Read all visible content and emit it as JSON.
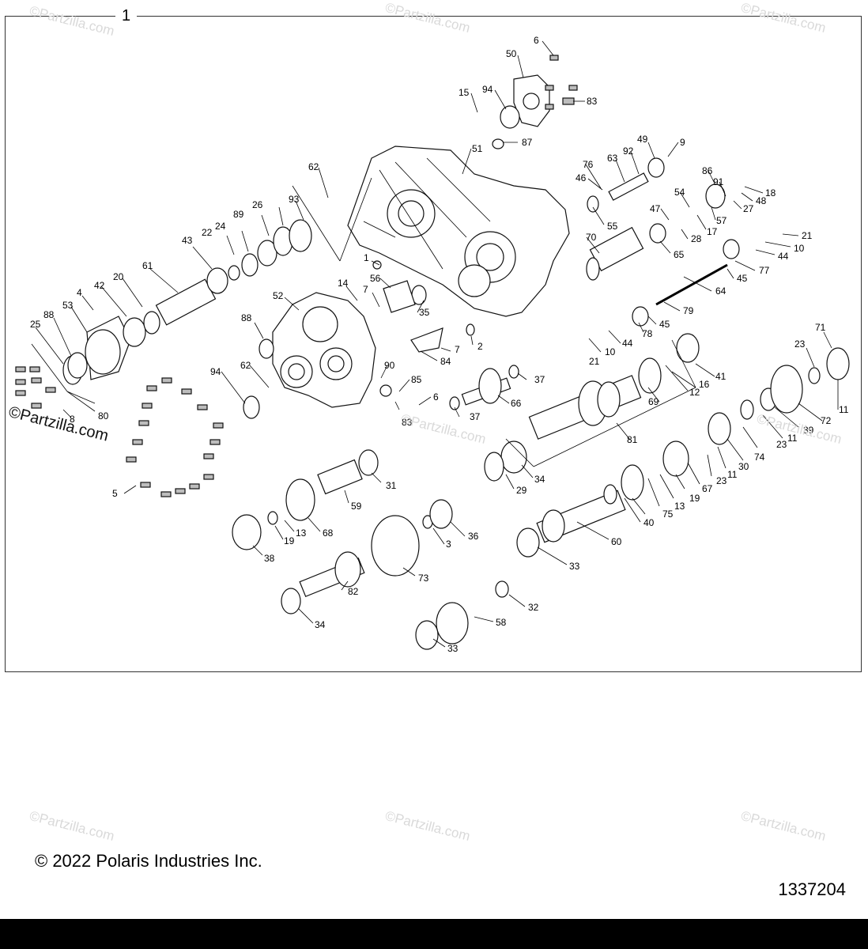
{
  "frame_label": "1",
  "watermark": "©Partzilla.com",
  "footer": {
    "copyright": "© 2022 Polaris Industries Inc.",
    "part_number": "1337204"
  },
  "callouts": {
    "c6a": "6",
    "c50": "50",
    "c15": "15",
    "c94a": "94",
    "c83a": "83",
    "c87": "87",
    "c51": "51",
    "c62a": "62",
    "c49": "49",
    "c9": "9",
    "c76": "76",
    "c63": "63",
    "c92": "92",
    "c46": "46",
    "c55": "55",
    "c86": "86",
    "c91": "91",
    "c18": "18",
    "c54": "54",
    "c48": "48",
    "c27": "27",
    "c57": "57",
    "c17": "17",
    "c47": "47",
    "c28": "28",
    "c70": "70",
    "c65": "65",
    "c21a": "21",
    "c10a": "10",
    "c44a": "44",
    "c77": "77",
    "c45a": "45",
    "c93": "93",
    "c26": "26",
    "c89": "89",
    "c24": "24",
    "c22": "22",
    "c43": "43",
    "c61": "61",
    "c20": "20",
    "c42": "42",
    "c4": "4",
    "c53": "53",
    "c88a": "88",
    "c25": "25",
    "c1": "1",
    "c56": "56",
    "c35": "35",
    "c14": "14",
    "c7a": "7",
    "c52": "52",
    "c64": "64",
    "c79": "79",
    "c45b": "45",
    "c78": "78",
    "c44b": "44",
    "c10b": "10",
    "c21b": "21",
    "c7b": "7",
    "c2": "2",
    "c84": "84",
    "c88b": "88",
    "c71": "71",
    "c23a": "23",
    "c41": "41",
    "c16": "16",
    "c12": "12",
    "c37a": "37",
    "c66": "66",
    "c69": "69",
    "c90": "90",
    "c85": "85",
    "c62b": "62",
    "c94b": "94",
    "c6b": "6",
    "c83b": "83",
    "c37b": "37",
    "c8": "8",
    "c80": "80",
    "c11a": "11",
    "c72": "72",
    "c39": "39",
    "c11b": "11",
    "c23b": "23",
    "c74": "74",
    "c30": "30",
    "c11c": "11",
    "c23c": "23",
    "c81": "81",
    "c67": "67",
    "c19a": "19",
    "c13a": "13",
    "c75": "75",
    "c34a": "34",
    "c29": "29",
    "c5": "5",
    "c31": "31",
    "c59": "59",
    "c13b": "13",
    "c19b": "19",
    "c68": "68",
    "c36": "36",
    "c3": "3",
    "c38": "38",
    "c40": "40",
    "c60": "60",
    "c33a": "33",
    "c73": "73",
    "c82": "82",
    "c34b": "34",
    "c32": "32",
    "c58": "58",
    "c33b": "33"
  },
  "colors": {
    "line": "#111111",
    "watermark": "#d9d9d9",
    "bar": "#000000"
  }
}
